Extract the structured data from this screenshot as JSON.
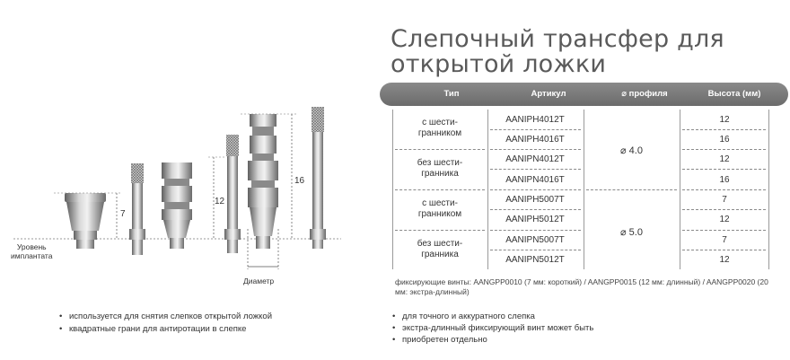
{
  "title": {
    "line1": "Слепочный трансфер для",
    "line2": "открытой ложки"
  },
  "table": {
    "headers": {
      "type": "Тип",
      "article": "Артикул",
      "profile": "⌀ профиля",
      "height": "Высота (мм)"
    },
    "groups": [
      {
        "profile": "⌀ 4.0",
        "subgroups": [
          {
            "type_line1": "с шести-",
            "type_line2": "гранником",
            "rows": [
              {
                "article": "AANIPH4012T",
                "height": "12"
              },
              {
                "article": "AANIPH4016T",
                "height": "16"
              }
            ]
          },
          {
            "type_line1": "без шести-",
            "type_line2": "гранника",
            "rows": [
              {
                "article": "AANIPN4012T",
                "height": "12"
              },
              {
                "article": "AANIPN4016T",
                "height": "16"
              }
            ]
          }
        ]
      },
      {
        "profile": "⌀ 5.0",
        "subgroups": [
          {
            "type_line1": "с шести-",
            "type_line2": "гранником",
            "rows": [
              {
                "article": "AANIPH5007T",
                "height": "7"
              },
              {
                "article": "AANIPH5012T",
                "height": "12"
              }
            ]
          },
          {
            "type_line1": "без шести-",
            "type_line2": "гранника",
            "rows": [
              {
                "article": "AANIPN5007T",
                "height": "7"
              },
              {
                "article": "AANIPN5012T",
                "height": "12"
              }
            ]
          }
        ]
      }
    ]
  },
  "note": "фиксирующие винты: AANGPP0010 (7 мм: короткий) / AANGPP0015 (12 мм: длинный) / AANGPP0020 (20 мм: экстра-длинный)",
  "bullets_left": [
    "используется для снятия слепков открытой ложкой",
    "квадратные грани для антиротации в слепке"
  ],
  "bullets_right": [
    "для точного и аккуратного слепка",
    "экстра-длинный фиксирующий винт может быть",
    "приобретен отдельно"
  ],
  "drawing": {
    "implant_level_line1": "Уровень",
    "implant_level_line2": "имплантата",
    "dim_7": "7",
    "dim_12": "12",
    "dim_16": "16",
    "diameter": "Диаметр"
  }
}
